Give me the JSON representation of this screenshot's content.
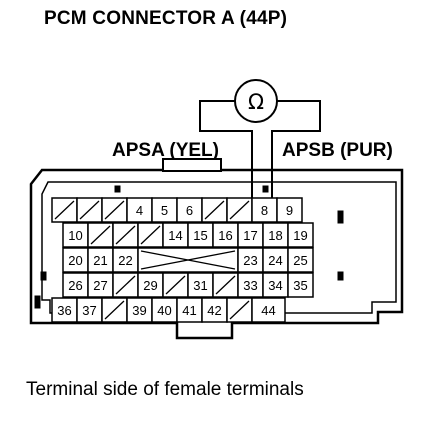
{
  "title": "PCM CONNECTOR A (44P)",
  "caption": "Terminal side of female terminals",
  "meter_symbol": "Ω",
  "wire_a_label": "APSA (YEL)",
  "wire_b_label": "APSB (PUR)",
  "wire_a_terminal": "17",
  "wire_b_terminal": "18",
  "pin_rows": [
    [
      "",
      "",
      "",
      "4",
      "5",
      "6",
      "",
      "",
      "8",
      "9"
    ],
    [
      "10",
      "",
      "",
      "",
      "14",
      "15",
      "16",
      "17",
      "18",
      "19"
    ],
    [
      "20",
      "21",
      "22",
      "",
      "",
      "",
      "",
      "23",
      "24",
      "25"
    ],
    [
      "26",
      "27",
      "",
      "29",
      "",
      "31",
      "",
      "33",
      "34",
      "35"
    ],
    [
      "36",
      "37",
      "",
      "39",
      "40",
      "41",
      "42",
      "",
      "44"
    ]
  ]
}
